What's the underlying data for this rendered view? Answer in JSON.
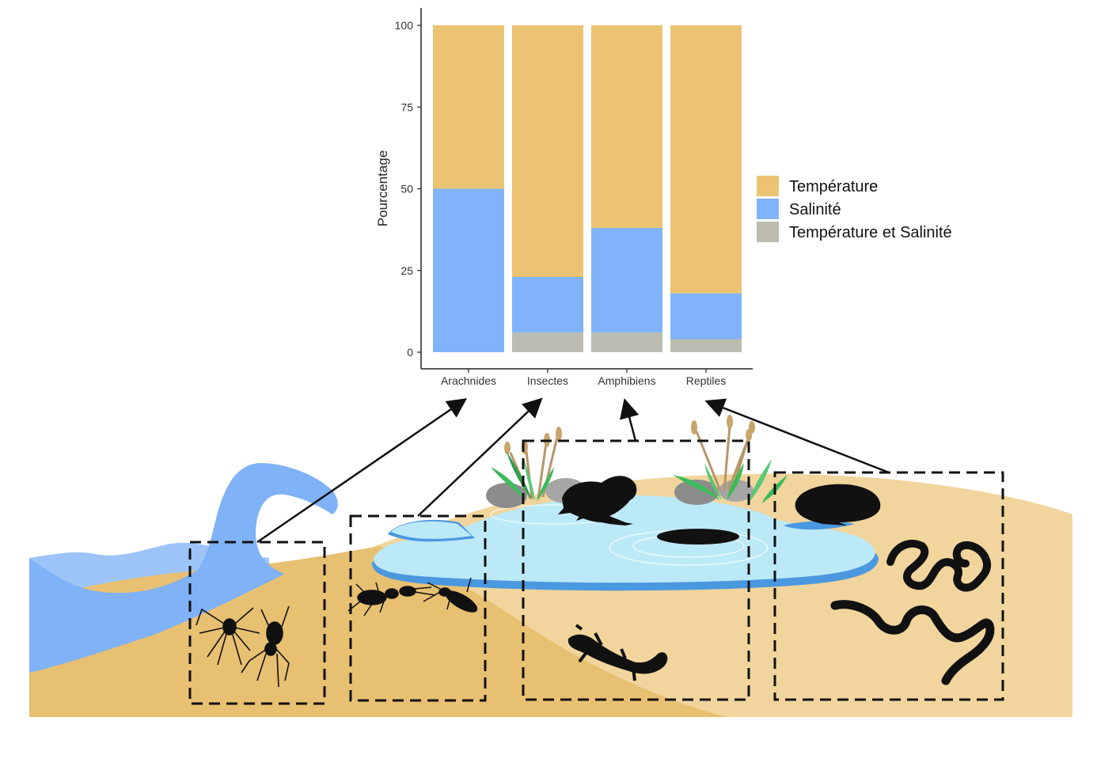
{
  "chart_data": {
    "type": "bar",
    "stacked": true,
    "categories": [
      "Arachnides",
      "Insectes",
      "Amphibiens",
      "Reptiles"
    ],
    "series": [
      {
        "name": "Température et Salinité",
        "values": [
          0,
          6,
          6,
          4
        ]
      },
      {
        "name": "Salinité",
        "values": [
          50,
          17,
          32,
          14
        ]
      },
      {
        "name": "Température",
        "values": [
          50,
          77,
          62,
          82
        ]
      }
    ],
    "title": "",
    "xlabel": "",
    "ylabel": "Pourcentage",
    "ylim": [
      0,
      100
    ],
    "yticks": [
      "0",
      "25",
      "50",
      "75",
      "100"
    ],
    "grid": false,
    "legend": {
      "placement": "right",
      "entries": [
        "Température",
        "Salinité",
        "Température et Salinité"
      ]
    },
    "colors": {
      "Température": "#EBC373",
      "Salinité": "#80B3FA",
      "Température et Salinité": "#BCBDB0"
    }
  },
  "illustration": {
    "groups": [
      "spiders",
      "beetles",
      "frog-and-tadpole",
      "snakes"
    ],
    "colors": {
      "sand_dark": "#E8C070",
      "sand_light": "#F0D49A",
      "pond": "#BCE9F8",
      "pond_edge": "#4A98E0",
      "stream": "#7FB2F7",
      "reed_green": "#3DBB5C",
      "cattail": "#C9A56A",
      "silhouette": "#111111"
    }
  }
}
